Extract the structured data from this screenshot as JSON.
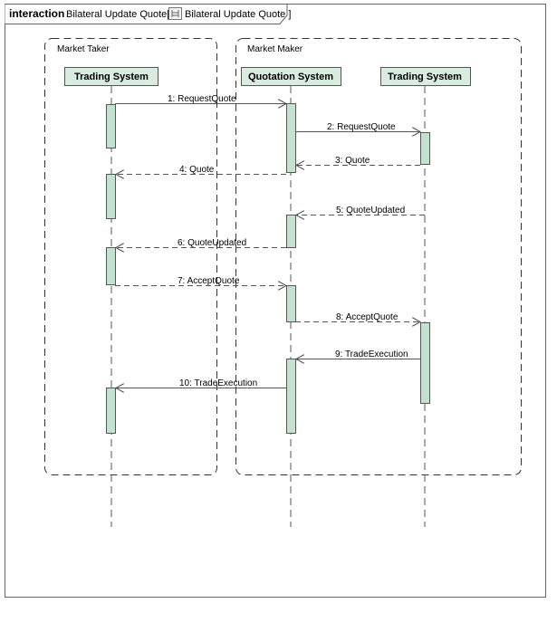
{
  "frame": {
    "keyword": "interaction",
    "name": "Bilateral Update Quote[",
    "ref_name": "Bilateral Update Quote ]",
    "ref_icon": "sequence-diagram-icon"
  },
  "regions": [
    {
      "id": "taker",
      "label": "Market Taker"
    },
    {
      "id": "maker",
      "label": "Market Maker"
    }
  ],
  "participants": [
    {
      "id": "taker_ts",
      "label": "Trading System"
    },
    {
      "id": "quotation",
      "label": "Quotation System"
    },
    {
      "id": "maker_ts",
      "label": "Trading System"
    }
  ],
  "messages": [
    {
      "label": "1: RequestQuote",
      "from": "taker_ts",
      "to": "quotation",
      "kind": "sync"
    },
    {
      "label": "2: RequestQuote",
      "from": "quotation",
      "to": "maker_ts",
      "kind": "sync"
    },
    {
      "label": "3: Quote",
      "from": "maker_ts",
      "to": "quotation",
      "kind": "reply"
    },
    {
      "label": "4: Quote",
      "from": "quotation",
      "to": "taker_ts",
      "kind": "reply"
    },
    {
      "label": "5: QuoteUpdated",
      "from": "maker_ts",
      "to": "quotation",
      "kind": "reply"
    },
    {
      "label": "6: QuoteUpdated",
      "from": "quotation",
      "to": "taker_ts",
      "kind": "reply"
    },
    {
      "label": "7: AcceptQuote",
      "from": "taker_ts",
      "to": "quotation",
      "kind": "reply"
    },
    {
      "label": "8: AcceptQuote",
      "from": "quotation",
      "to": "maker_ts",
      "kind": "reply"
    },
    {
      "label": "9: TradeExecution",
      "from": "maker_ts",
      "to": "quotation",
      "kind": "sync"
    },
    {
      "label": "10: TradeExecution",
      "from": "quotation",
      "to": "taker_ts",
      "kind": "sync"
    }
  ],
  "colors": {
    "participant_fill": "#d8ecdf",
    "activation_fill": "#c4e2d0",
    "line": "#555555"
  }
}
